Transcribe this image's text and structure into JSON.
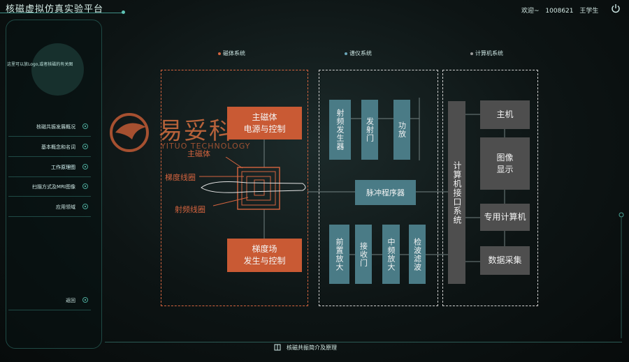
{
  "header": {
    "app_title": "核磁虚拟仿真实验平台",
    "welcome_label": "欢迎~",
    "user_id": "1008621",
    "user_name": "王学生"
  },
  "sidebar": {
    "logo_text": "这里可以放Logo,或者核磁的有关图",
    "items": [
      {
        "label": "核磁共振发展概况"
      },
      {
        "label": "基本概念和名词"
      },
      {
        "label": "工作原理图"
      },
      {
        "label": "扫描方式及MRI图像"
      },
      {
        "label": "应用领域"
      }
    ],
    "back_label": "返回"
  },
  "categories": [
    {
      "label": "磁体系统",
      "color": "#d4643f"
    },
    {
      "label": "谱仪系统",
      "color": "#6aa6b8"
    },
    {
      "label": "计算机系统",
      "color": "#9a9a9a"
    }
  ],
  "diagram": {
    "magnet": {
      "main_power": "主磁体\n电源与控制",
      "gradient_power": "梯度场\n发生与控制",
      "label_main_magnet": "主磁体",
      "label_gradient_coil": "梯度线圈",
      "label_rf_coil": "射频线圈"
    },
    "spectrometer": {
      "rf_generator": "射频发生器",
      "transmit_gate": "发射门",
      "power_amp": "功放",
      "pulse_programmer": "脉冲程序器",
      "preamp": "前置放大",
      "receive_gate": "接收门",
      "if_amp": "中频放大",
      "detect_filter": "检波滤波"
    },
    "computer": {
      "interface": "计算机接口系统",
      "host": "主机",
      "image_display": "图像\n显示",
      "special_computer": "专用计算机",
      "data_acquisition": "数据采集"
    }
  },
  "watermark": {
    "cn": "易妥科",
    "en": "YITUO TECHNOLOGY"
  },
  "footer": {
    "title": "核磁共振简介及原理"
  }
}
